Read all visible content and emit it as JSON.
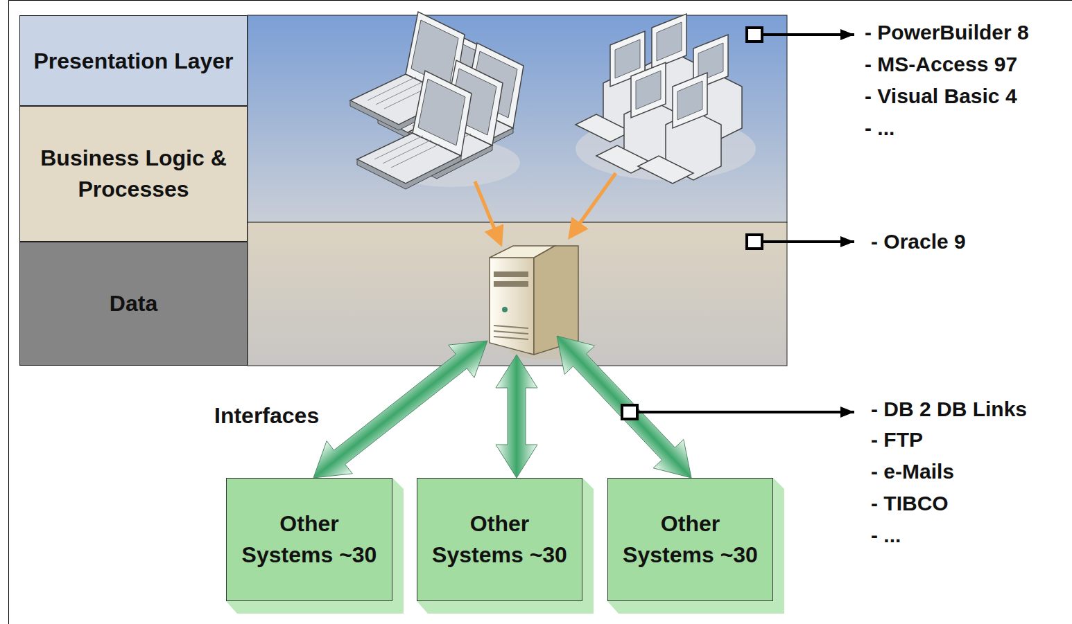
{
  "diagram": {
    "nodes": [
      {
        "text": [
          "Presentation Layer"
        ]
      },
      {
        "text": [
          "Business Logic & Processes"
        ]
      },
      {
        "text": [
          "Data"
        ]
      },
      {
        "text": [
          "Other Systems ~30"
        ]
      },
      {
        "text": [
          "Other Systems ~30"
        ]
      },
      {
        "text": [
          "Other Systems ~30"
        ]
      }
    ],
    "labels": [
      "Interfaces",
      "- PowerBuilder 8",
      "- MS-Access 97",
      "- Visual Basic 4",
      "- ...",
      "- Oracle 9",
      "- DB 2 DB Links",
      "- FTP",
      "- e-Mails",
      "- TIBCO",
      "- ..."
    ]
  }
}
